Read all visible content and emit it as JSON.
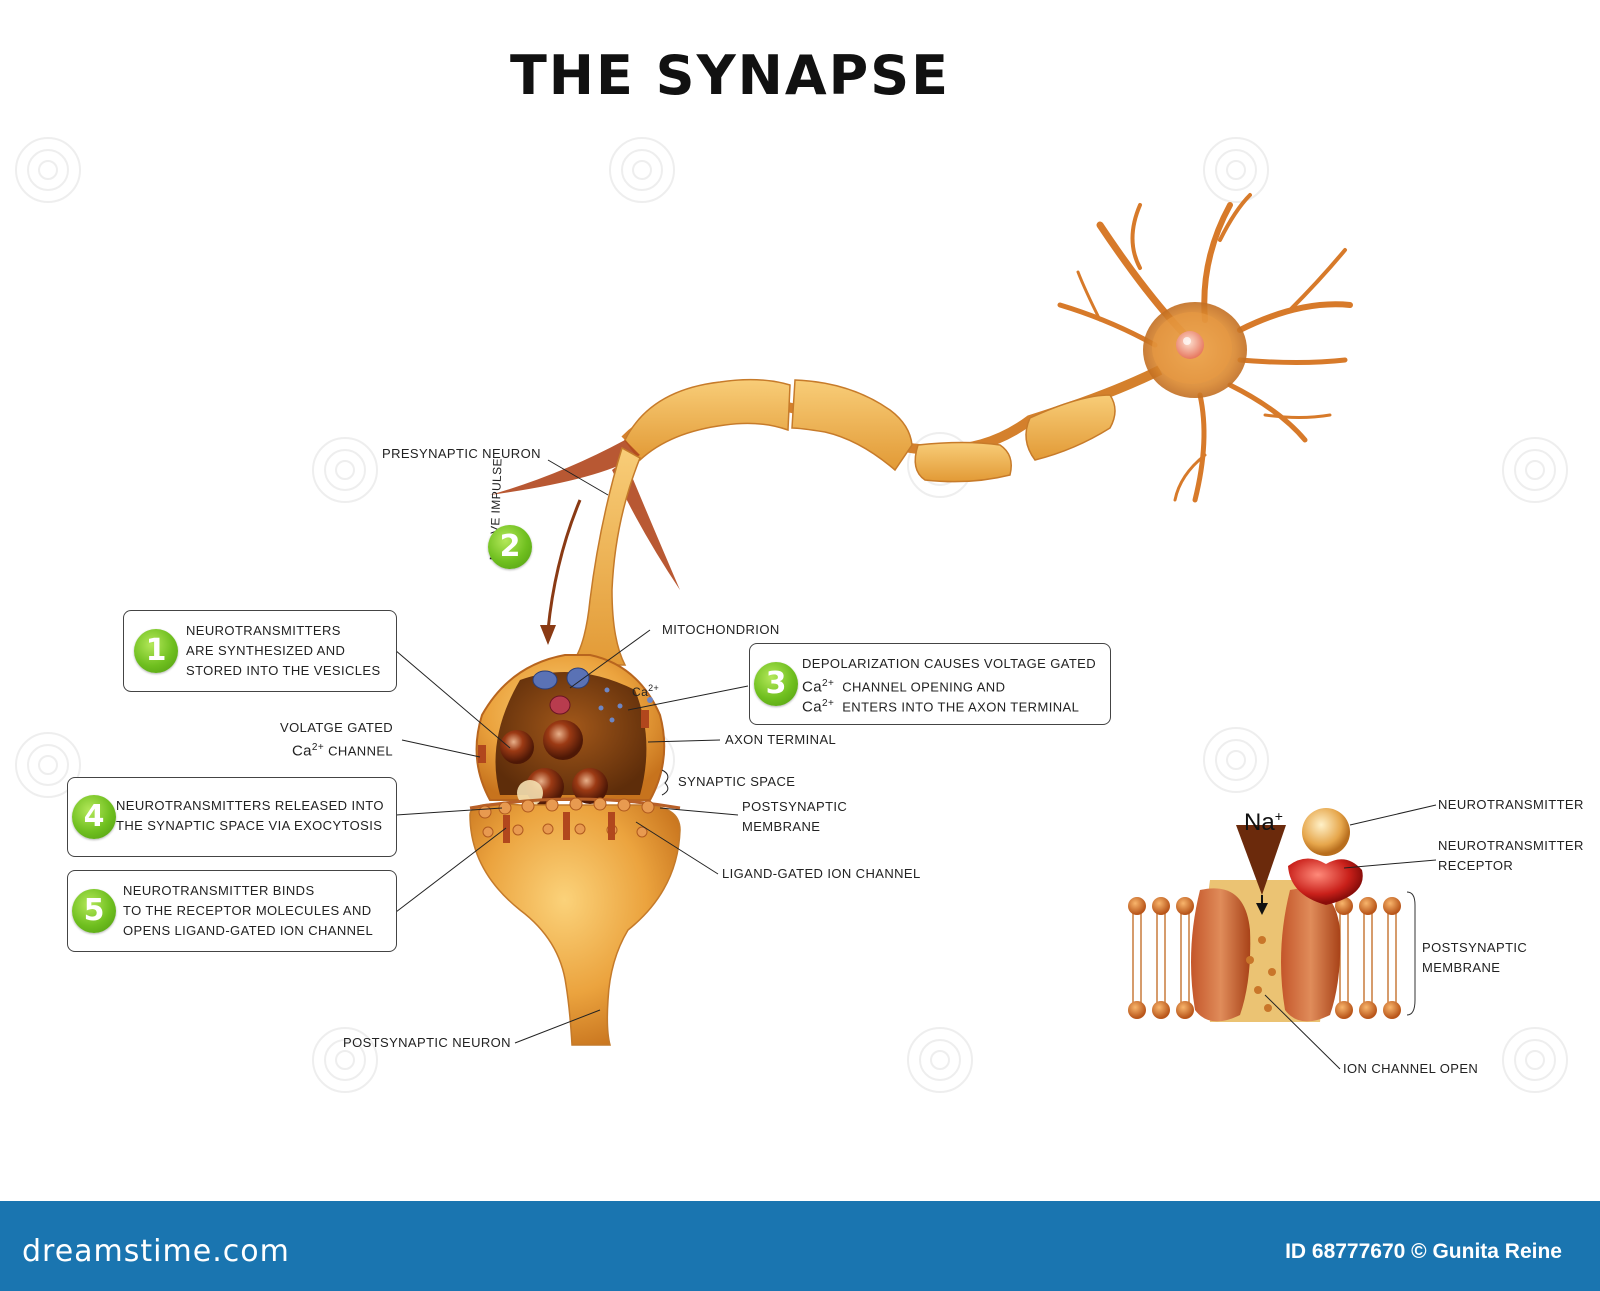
{
  "title": "THE SYNAPSE",
  "labels": {
    "presynaptic_neuron": "PRESYNAPTIC NEURON",
    "nerve_impulse": "NERVE IMPULSE",
    "mitochondrion": "MITOCHONDRION",
    "ca_small": "Ca",
    "ca_small_sup": "2+",
    "voltage_gated_1": "VOLATGE GATED",
    "voltage_gated_ca": "Ca",
    "voltage_gated_sup": "2+",
    "voltage_gated_2": "CHANNEL",
    "axon_terminal": "AXON TERMINAL",
    "synaptic_space": "SYNAPTIC SPACE",
    "postsynaptic_membrane_1": "POSTSYNAPTIC",
    "postsynaptic_membrane_2": "MEMBRANE",
    "ligand_gated": "LIGAND-GATED ION CHANNEL",
    "postsynaptic_neuron": "POSTSYNAPTIC NEURON"
  },
  "steps": [
    {
      "num": "1",
      "lines": [
        "NEUROTRANSMITTERS",
        "ARE SYNTHESIZED AND",
        "STORED INTO THE VESICLES"
      ]
    },
    {
      "num": "2"
    },
    {
      "num": "3",
      "line1": "DEPOLARIZATION CAUSES VOLTAGE GATED",
      "ca": "Ca",
      "sup": "2+",
      "line2": "CHANNEL OPENING AND",
      "line3": "ENTERS INTO THE AXON TERMINAL"
    },
    {
      "num": "4",
      "lines": [
        "NEUROTRANSMITTERS RELEASED INTO",
        "THE SYNAPTIC SPACE VIA EXOCYTOSIS"
      ]
    },
    {
      "num": "5",
      "lines": [
        "NEUROTRANSMITTER BINDS",
        "TO THE RECEPTOR MOLECULES AND",
        "OPENS LIGAND-GATED ION CHANNEL"
      ]
    }
  ],
  "inset": {
    "na": "Na",
    "na_sup": "+",
    "neurotransmitter": "NEUROTRANSMITTER",
    "receptor_1": "NEUROTRANSMITTER",
    "receptor_2": "RECEPTOR",
    "membrane_1": "POSTSYNAPTIC",
    "membrane_2": "MEMBRANE",
    "ion_channel_open": "ION CHANNEL OPEN"
  },
  "footer": {
    "brand": "dreamstime.com",
    "credit": "ID 68777670 © Gunita Reine"
  },
  "colors": {
    "footer": "#1a75b0",
    "badge": "#6fbf1f",
    "neuron": "#e8a03a"
  }
}
